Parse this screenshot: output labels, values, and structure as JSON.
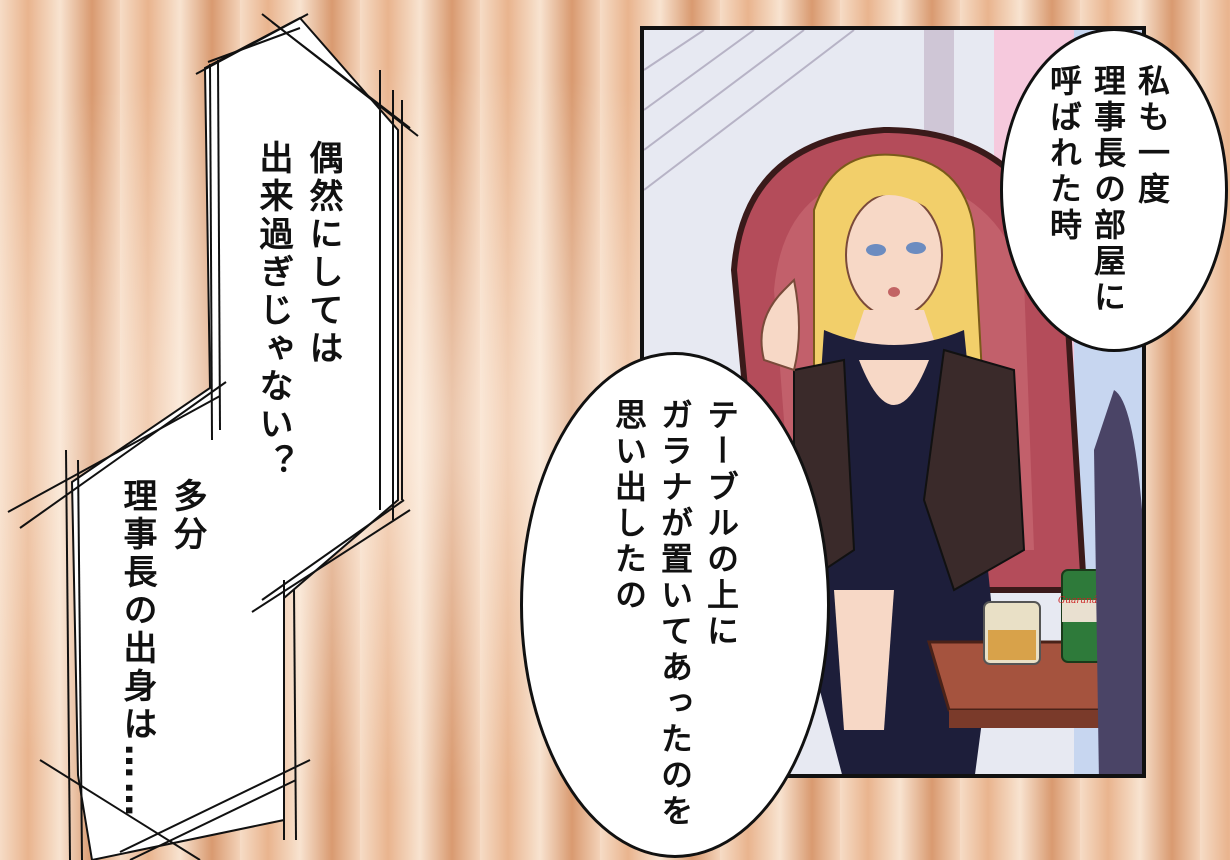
{
  "narration": {
    "line1": "偶然にしては\n出来過ぎじゃない？",
    "line2": "多分\n理事長の出身は……"
  },
  "bubble_top": {
    "text": "私も一度\n理事長の部屋に\n呼ばれた時"
  },
  "bubble_bottom": {
    "text": "テーブルの上に\nガラナが置いてあったのを\n思い出したの"
  },
  "can_label": "Guaraná",
  "colors": {
    "background": "#e9b48e",
    "hair": "#f2cf6a",
    "dress": "#1d1e3a",
    "chair": "#b44c5a",
    "can": "#2e7a3a",
    "table": "#a5533e"
  }
}
